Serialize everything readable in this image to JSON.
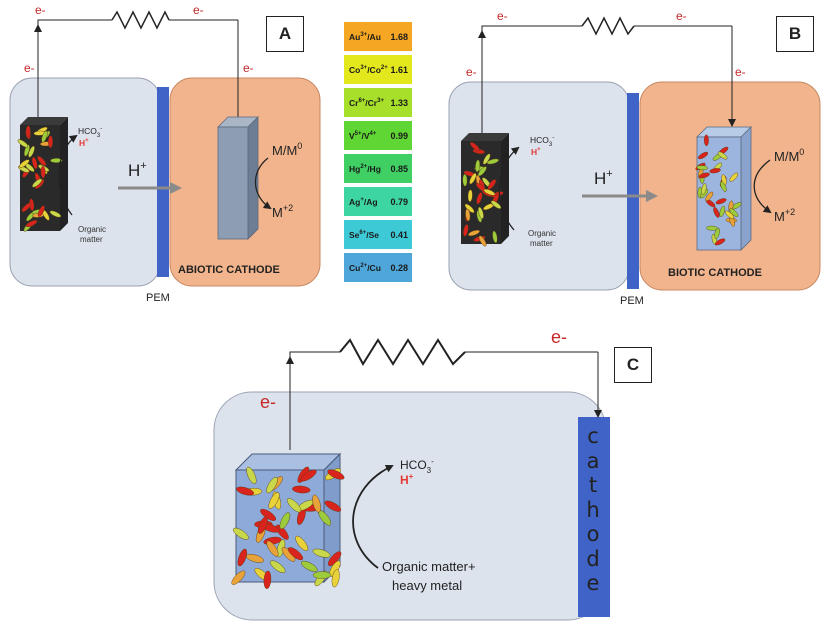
{
  "panels": {
    "a": {
      "label": "A",
      "electron_labels": [
        "e-",
        "e-",
        "e-",
        "e-"
      ],
      "bicarbonate": "HCO",
      "bicarbonate_sub": "3",
      "bicarbonate_sup": "-",
      "proton": "H",
      "proton_sup": "+",
      "organic_matter": [
        "Organic",
        "matter"
      ],
      "h_plus": "H",
      "h_plus_sup": "+",
      "metal_couple": "M/M",
      "metal_couple_sup": "0",
      "metal_ion": "M",
      "metal_ion_sup": "+2",
      "cathode_label": "ABIOTIC CATHODE",
      "membrane_label": "PEM"
    },
    "b": {
      "label": "B",
      "electron_labels": [
        "e-",
        "e-",
        "e-",
        "e-"
      ],
      "bicarbonate": "HCO",
      "bicarbonate_sub": "3",
      "bicarbonate_sup": "-",
      "proton": "H",
      "proton_sup": "+",
      "organic_matter": [
        "Organic",
        "matter"
      ],
      "h_plus": "H",
      "h_plus_sup": "+",
      "metal_couple": "M/M",
      "metal_couple_sup": "0",
      "metal_ion": "M",
      "metal_ion_sup": "+2",
      "cathode_label": "BIOTIC CATHODE",
      "membrane_label": "PEM"
    },
    "c": {
      "label": "C",
      "electron_labels": [
        "e-",
        "e-"
      ],
      "bicarbonate": "HCO",
      "bicarbonate_sub": "3",
      "bicarbonate_sup": "-",
      "proton": "H",
      "proton_sup": "+",
      "organic_matter": [
        "Organic matter+",
        "heavy metal"
      ],
      "cathode_letters": [
        "c",
        "a",
        "t",
        "h",
        "o",
        "d",
        "e"
      ]
    }
  },
  "redox_potentials": [
    {
      "base": "Au",
      "ox": "3+",
      "red": "Au",
      "red_ox": "",
      "value": "1.68",
      "color": "#f5a623"
    },
    {
      "base": "Co",
      "ox": "3+",
      "red": "Co",
      "red_ox": "2+",
      "value": "1.61",
      "color": "#e3e81c"
    },
    {
      "base": "Cr",
      "ox": "6+",
      "red": "Cr",
      "red_ox": "3+",
      "value": "1.33",
      "color": "#a6e02a"
    },
    {
      "base": "V",
      "ox": "5+",
      "red": "V",
      "red_ox": "4+",
      "value": "0.99",
      "color": "#5fd633"
    },
    {
      "base": "Hg",
      "ox": "2+",
      "red": "Hg",
      "red_ox": "",
      "value": "0.85",
      "color": "#3fcf63"
    },
    {
      "base": "Ag",
      "ox": "+",
      "red": "Ag",
      "red_ox": "",
      "value": "0.79",
      "color": "#3dd6a3"
    },
    {
      "base": "Se",
      "ox": "6+",
      "red": "Se",
      "red_ox": "",
      "value": "0.41",
      "color": "#3ec9d6"
    },
    {
      "base": "Cu",
      "ox": "2+",
      "red": "Cu",
      "red_ox": "",
      "value": "0.28",
      "color": "#4fa6d9"
    }
  ],
  "colors": {
    "chamber_fill": "#dde3ed",
    "cathode_chamber_fill": "#f2b48c",
    "membrane": "#3f63c6",
    "electron_label": "#c62828",
    "proton": "#e53935"
  }
}
